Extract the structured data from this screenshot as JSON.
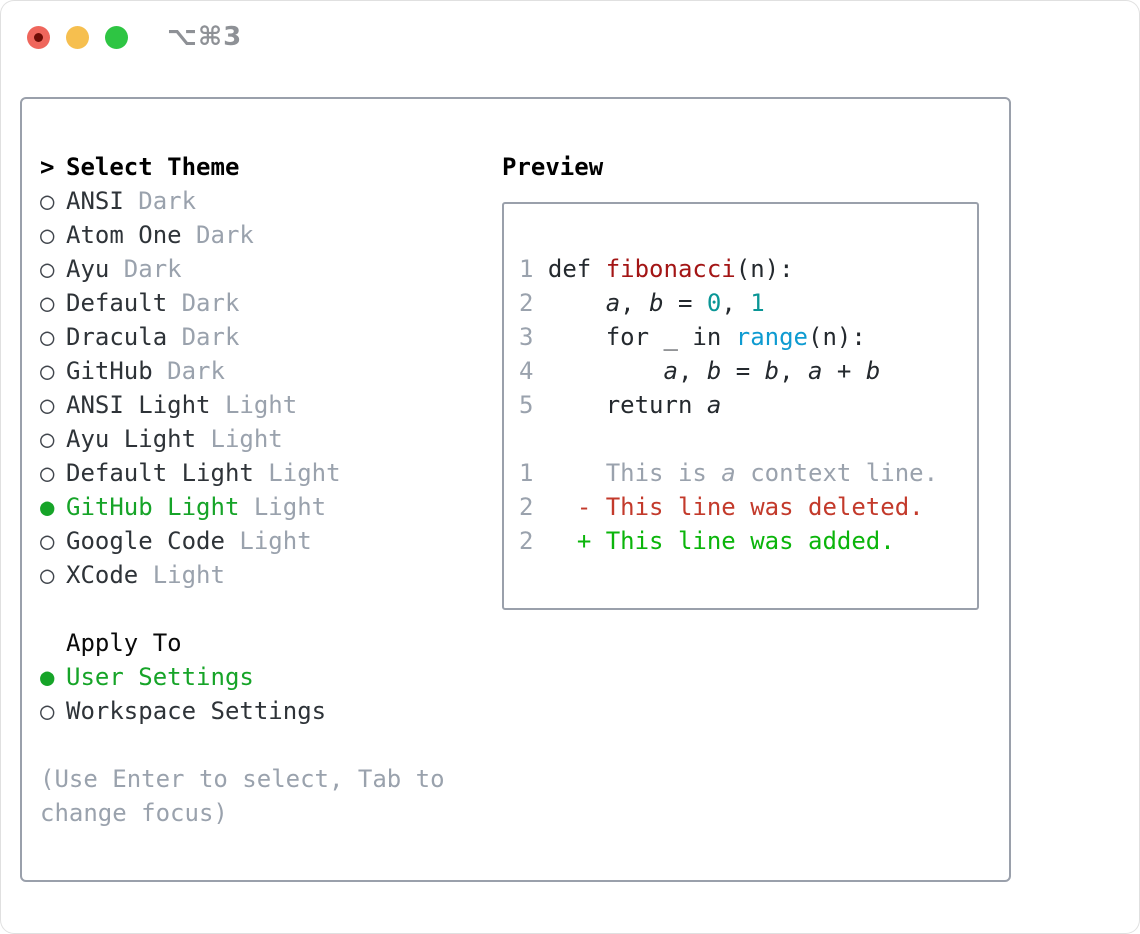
{
  "window": {
    "title": "⌥⌘3"
  },
  "colors": {
    "accent_green": "#16a428",
    "added_green": "#0bb50b",
    "deleted_red": "#c33a2b",
    "function_red": "#a31515",
    "number_teal": "#0a9696",
    "builtin_blue": "#0e9bd1",
    "muted_gray": "#9aa2ad",
    "text_dark": "#2e3338",
    "code_text": "#24292e",
    "border_gray": "#9aa0ab"
  },
  "theme_picker": {
    "header": {
      "marker": ">",
      "label": "Select Theme"
    },
    "marker_selected": "●",
    "marker_unselected": "○",
    "options": [
      {
        "name": "ANSI",
        "variant": "Dark",
        "selected": false
      },
      {
        "name": "Atom One",
        "variant": "Dark",
        "selected": false
      },
      {
        "name": "Ayu",
        "variant": "Dark",
        "selected": false
      },
      {
        "name": "Default",
        "variant": "Dark",
        "selected": false
      },
      {
        "name": "Dracula",
        "variant": "Dark",
        "selected": false
      },
      {
        "name": "GitHub",
        "variant": "Dark",
        "selected": false
      },
      {
        "name": "ANSI Light",
        "variant": "Light",
        "selected": false
      },
      {
        "name": "Ayu Light",
        "variant": "Light",
        "selected": false
      },
      {
        "name": "Default Light",
        "variant": "Light",
        "selected": false
      },
      {
        "name": "GitHub Light",
        "variant": "Light",
        "selected": true
      },
      {
        "name": "Google Code",
        "variant": "Light",
        "selected": false
      },
      {
        "name": "XCode",
        "variant": "Light",
        "selected": false
      }
    ]
  },
  "apply_to": {
    "label": "Apply To",
    "options": [
      {
        "name": "User Settings",
        "selected": true
      },
      {
        "name": "Workspace Settings",
        "selected": false
      }
    ]
  },
  "help": {
    "lines": [
      "(Use Enter to select, Tab to",
      "change focus)"
    ]
  },
  "preview": {
    "label": "Preview",
    "code_lines": [
      [
        {
          "t": "1",
          "c": "num"
        },
        {
          "t": " def ",
          "c": "pl"
        },
        {
          "t": "fibonacci",
          "c": "fn"
        },
        {
          "t": "(n):",
          "c": "pl"
        }
      ],
      [
        {
          "t": "2",
          "c": "num"
        },
        {
          "t": "     ",
          "c": "pl"
        },
        {
          "t": "a",
          "c": "var"
        },
        {
          "t": ", ",
          "c": "pl"
        },
        {
          "t": "b",
          "c": "var"
        },
        {
          "t": " = ",
          "c": "pl"
        },
        {
          "t": "0",
          "c": "lit"
        },
        {
          "t": ", ",
          "c": "pl"
        },
        {
          "t": "1",
          "c": "lit"
        }
      ],
      [
        {
          "t": "3",
          "c": "num"
        },
        {
          "t": "     for _ in ",
          "c": "pl"
        },
        {
          "t": "range",
          "c": "bi"
        },
        {
          "t": "(n):",
          "c": "pl"
        }
      ],
      [
        {
          "t": "4",
          "c": "num"
        },
        {
          "t": "         ",
          "c": "pl"
        },
        {
          "t": "a",
          "c": "var"
        },
        {
          "t": ", ",
          "c": "pl"
        },
        {
          "t": "b",
          "c": "var"
        },
        {
          "t": " = ",
          "c": "pl"
        },
        {
          "t": "b",
          "c": "var"
        },
        {
          "t": ", ",
          "c": "pl"
        },
        {
          "t": "a",
          "c": "var"
        },
        {
          "t": " + ",
          "c": "pl"
        },
        {
          "t": "b",
          "c": "var"
        }
      ],
      [
        {
          "t": "5",
          "c": "num"
        },
        {
          "t": "     return ",
          "c": "pl"
        },
        {
          "t": "a",
          "c": "var"
        }
      ]
    ],
    "diff_lines": [
      [
        {
          "t": "1",
          "c": "num"
        },
        {
          "t": "     ",
          "c": "ctx"
        },
        {
          "t": "This is ",
          "c": "ctx"
        },
        {
          "t": "a",
          "c": "ctxi"
        },
        {
          "t": " context line.",
          "c": "ctx"
        }
      ],
      [
        {
          "t": "2",
          "c": "num"
        },
        {
          "t": "   ",
          "c": "pl"
        },
        {
          "t": "- This line was deleted.",
          "c": "del"
        }
      ],
      [
        {
          "t": "2",
          "c": "num"
        },
        {
          "t": "   ",
          "c": "pl"
        },
        {
          "t": "+ This line was added.",
          "c": "add"
        }
      ]
    ]
  }
}
